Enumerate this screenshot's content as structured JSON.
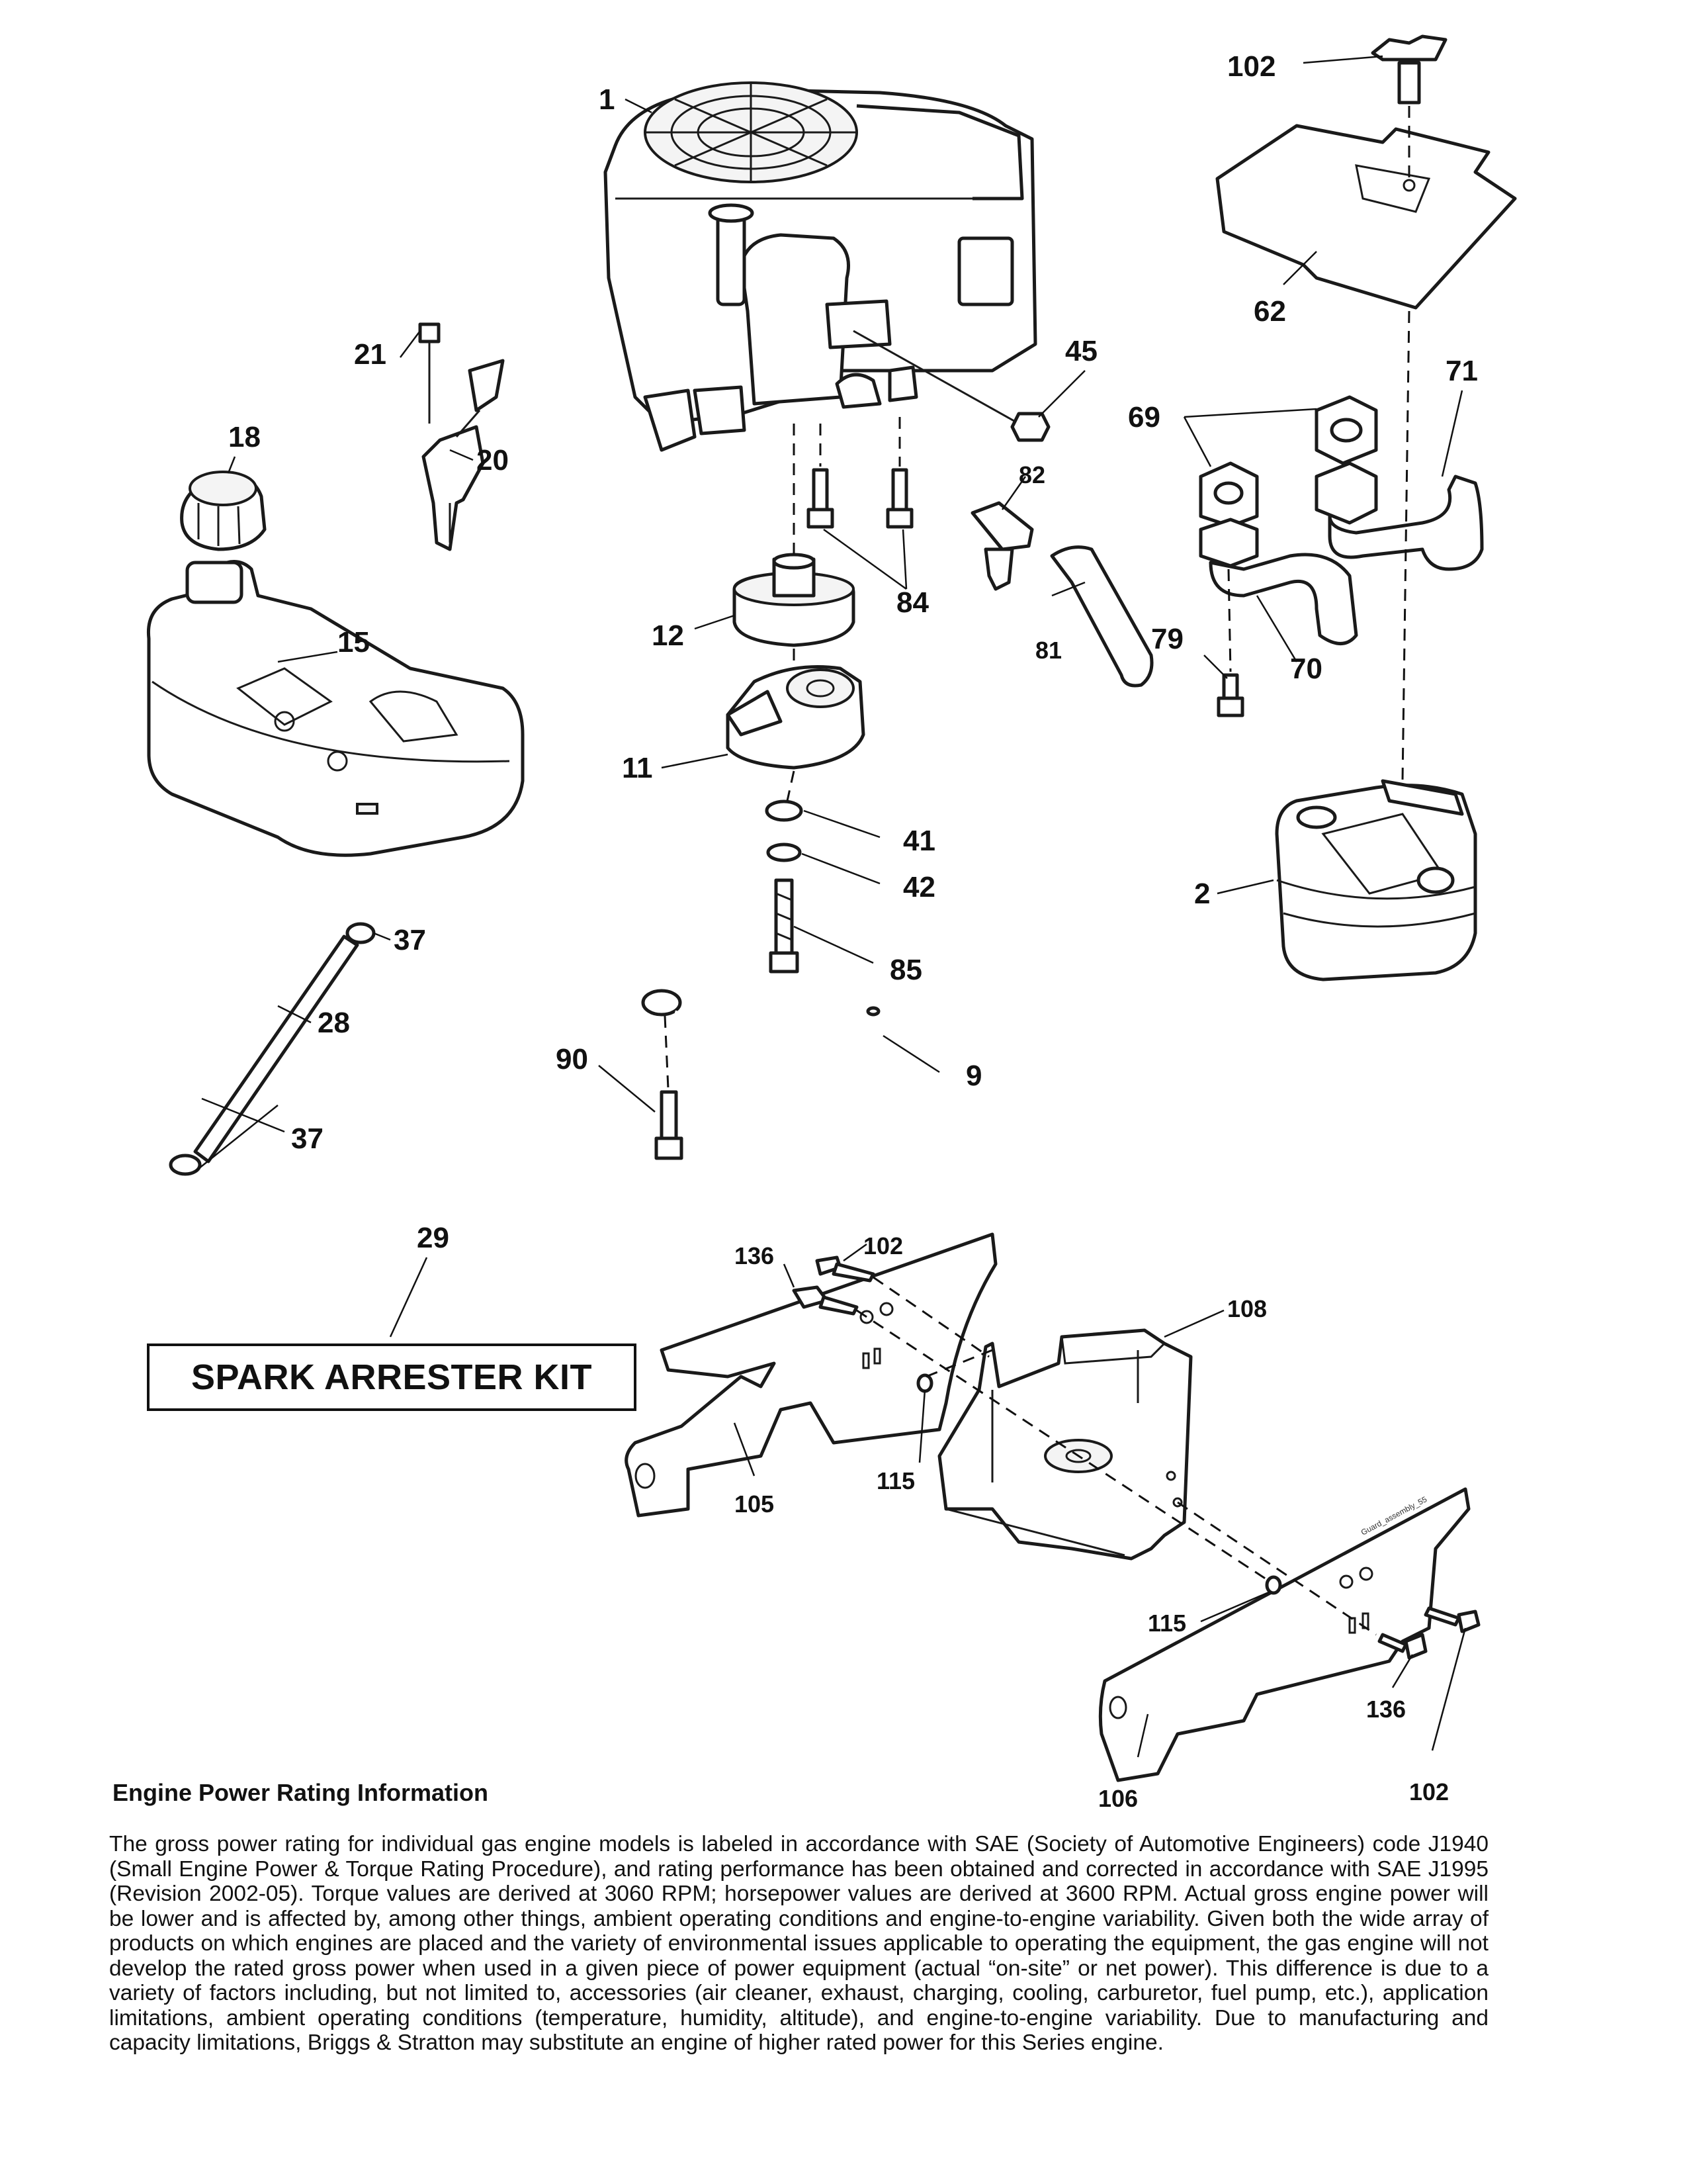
{
  "callouts": {
    "c1": "1",
    "c2": "2",
    "c9": "9",
    "c11": "11",
    "c12": "12",
    "c15": "15",
    "c18": "18",
    "c20": "20",
    "c21": "21",
    "c28": "28",
    "c29": "29",
    "c37a": "37",
    "c37b": "37",
    "c41": "41",
    "c42": "42",
    "c45": "45",
    "c62": "62",
    "c69": "69",
    "c70": "70",
    "c71": "71",
    "c79": "79",
    "c81": "81",
    "c82": "82",
    "c84": "84",
    "c85": "85",
    "c90": "90",
    "c102a": "102",
    "c102b": "102",
    "c102c": "102",
    "c105": "105",
    "c106": "106",
    "c108": "108",
    "c115a": "115",
    "c115b": "115",
    "c136a": "136",
    "c136b": "136"
  },
  "spark_arrester_label": "SPARK ARRESTER KIT",
  "art_tag": "Guard_assembly_55",
  "rating": {
    "heading": "Engine Power Rating Information",
    "body": "The gross power rating for individual gas engine models is labeled in accordance with SAE (Society of Automotive Engineers) code J1940 (Small Engine Power & Torque Rating Procedure), and rating performance has been obtained and corrected in accordance with SAE J1995 (Revision 2002-05). Torque values are derived at 3060 RPM; horsepower values are derived at 3600 RPM. Actual gross engine power will be lower and is affected by, among other things, ambient operating conditions and engine-to-engine variability. Given both the wide array of products on which engines are placed and the variety of environmental issues applicable to operating the equipment, the gas engine will not develop the rated gross power when used in a given piece of power equipment (actual “on-site” or net power). This difference is due to a variety of factors including, but not limited to, accessories (air cleaner, exhaust, charging, cooling, carburetor, fuel pump, etc.), application limitations, ambient operating conditions (temperature, humidity, altitude), and engine-to-engine variability. Due to manufacturing and capacity limitations, Briggs & Stratton may substitute an engine of higher rated power for this Series engine."
  }
}
